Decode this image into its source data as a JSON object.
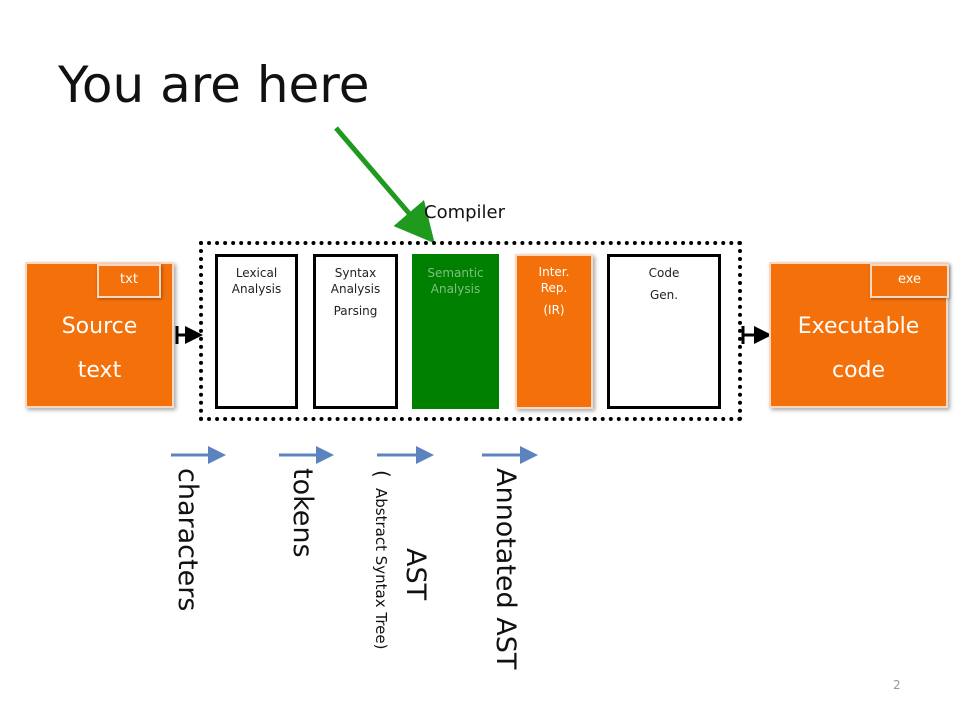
{
  "title": "You are here",
  "compiler_label": "Compiler",
  "source": {
    "tag": "txt",
    "line1": "Source",
    "line2": "text"
  },
  "executable": {
    "tag": "exe",
    "line1": "Executable",
    "line2": "code"
  },
  "stages": [
    {
      "line1": "Lexical",
      "line2": "Analysis",
      "line3": ""
    },
    {
      "line1": "Syntax",
      "line2": "Analysis",
      "line3": "Parsing"
    },
    {
      "line1": "Semantic",
      "line2": "Analysis",
      "line3": ""
    },
    {
      "line1": "Inter.",
      "line2": "Rep.",
      "line3": "(IR)"
    },
    {
      "line1": "Code",
      "line2": "Gen.",
      "line3": ""
    }
  ],
  "flow_labels": {
    "characters": "characters",
    "tokens": "tokens",
    "ast": "AST",
    "ast_paren_open": "(",
    "ast_sub": "Abstract Syntax Tree)",
    "annotated": "Annotated AST"
  },
  "page_number": "2",
  "colors": {
    "orange": "#f4700a",
    "green": "#008000",
    "pointer": "#1f9a1f",
    "flow_arrow": "#5b84be"
  }
}
